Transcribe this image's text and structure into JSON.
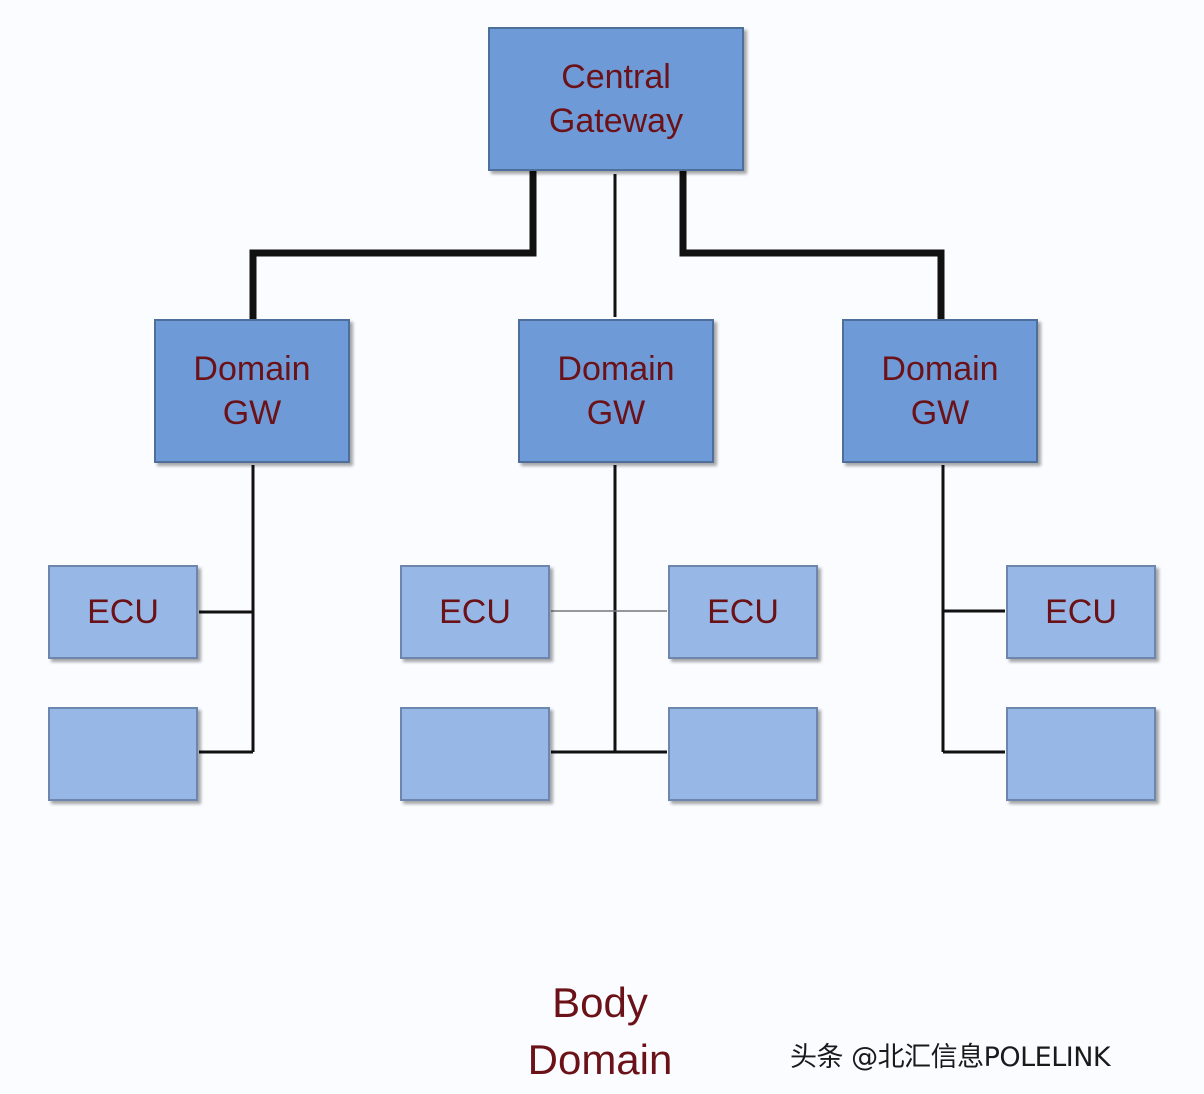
{
  "diagram": {
    "central_gateway": {
      "line1": "Central",
      "line2": "Gateway"
    },
    "domain_gateways": [
      {
        "line1": "Domain",
        "line2": "GW"
      },
      {
        "line1": "Domain",
        "line2": "GW"
      },
      {
        "line1": "Domain",
        "line2": "GW"
      }
    ],
    "ecus": [
      {
        "label": "ECU"
      },
      {
        "label": ""
      },
      {
        "label": "ECU"
      },
      {
        "label": ""
      },
      {
        "label": "ECU"
      },
      {
        "label": ""
      },
      {
        "label": "ECU"
      },
      {
        "label": ""
      }
    ],
    "caption": {
      "line1": "Body",
      "line2": "Domain"
    }
  },
  "watermark": "头条 @北汇信息POLELINK",
  "colors": {
    "gateway_fill": "#6e9ad8",
    "ecu_fill": "#97b8e6",
    "text": "#6b1218",
    "background": "#fbfcff"
  }
}
